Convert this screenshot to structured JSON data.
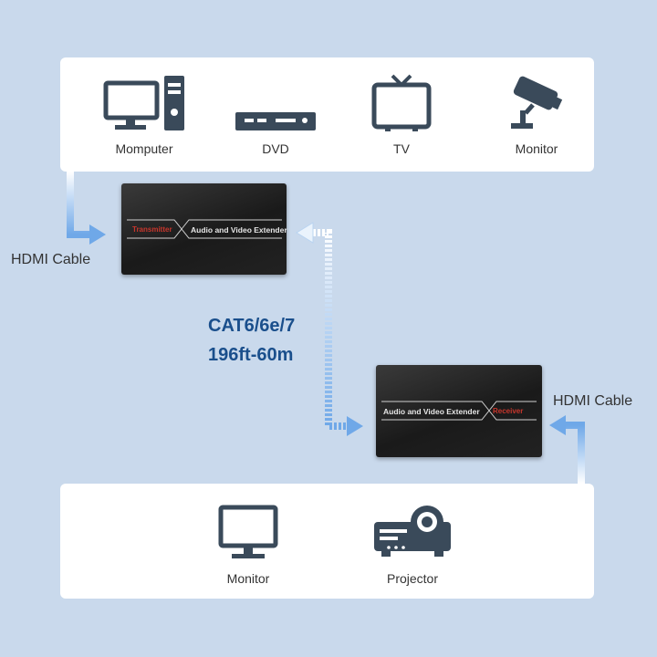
{
  "sources": [
    {
      "label": "Momputer",
      "icon": "computer-icon"
    },
    {
      "label": "DVD",
      "icon": "dvd-player-icon"
    },
    {
      "label": "TV",
      "icon": "tv-icon"
    },
    {
      "label": "Monitor",
      "icon": "security-camera-icon"
    }
  ],
  "displays": [
    {
      "label": "Monitor",
      "icon": "monitor-icon"
    },
    {
      "label": "Projector",
      "icon": "projector-icon"
    }
  ],
  "transmitter": {
    "title": "Audio and Video Extender",
    "role": "Transmitter"
  },
  "receiver": {
    "title": "Audio and Video Extender",
    "role": "Receiver"
  },
  "cable_left": "HDMI Cable",
  "cable_right": "HDMI Cable",
  "spec_line1": "CAT6/6e/7",
  "spec_line2": "196ft-60m",
  "colors": {
    "background": "#c9d9ec",
    "accent_blue": "#1a4f8c",
    "arrow_blue": "#6fa8e8",
    "role_red": "#c8362c"
  }
}
